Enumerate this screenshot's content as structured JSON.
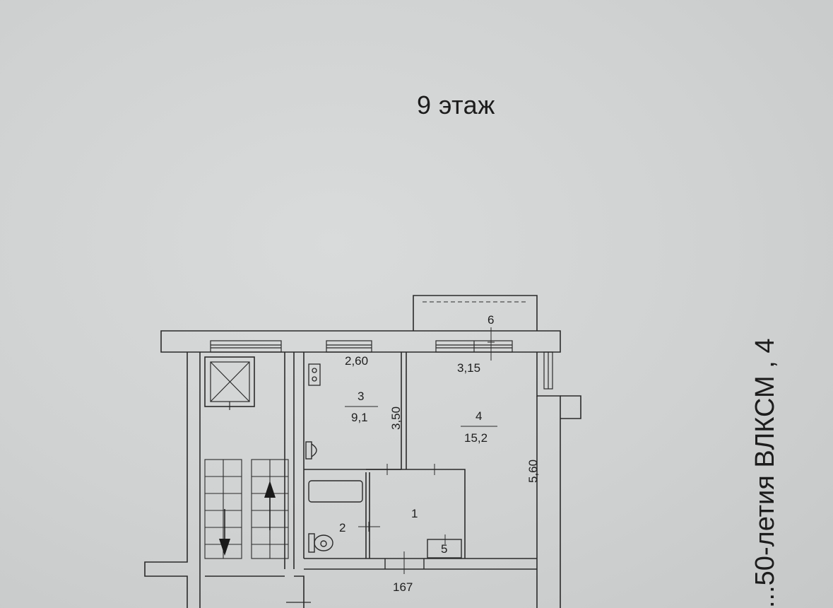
{
  "title": "9 этаж",
  "street_label": "...50-летия ВЛКСМ , 4",
  "rooms": [
    {
      "number": "1",
      "area": ""
    },
    {
      "number": "2",
      "area": ""
    },
    {
      "number": "3",
      "area": "9,1"
    },
    {
      "number": "4",
      "area": "15,2"
    },
    {
      "number": "5",
      "area": ""
    },
    {
      "number": "6",
      "area": ""
    }
  ],
  "dimensions": {
    "room3_width": "2,60",
    "room3_length": "3,50",
    "room4_width": "3,15",
    "room4_length": "5,60",
    "door_width": "167"
  },
  "colors": {
    "paper": "#d2d4d4",
    "ink": "#2a2a2a"
  }
}
